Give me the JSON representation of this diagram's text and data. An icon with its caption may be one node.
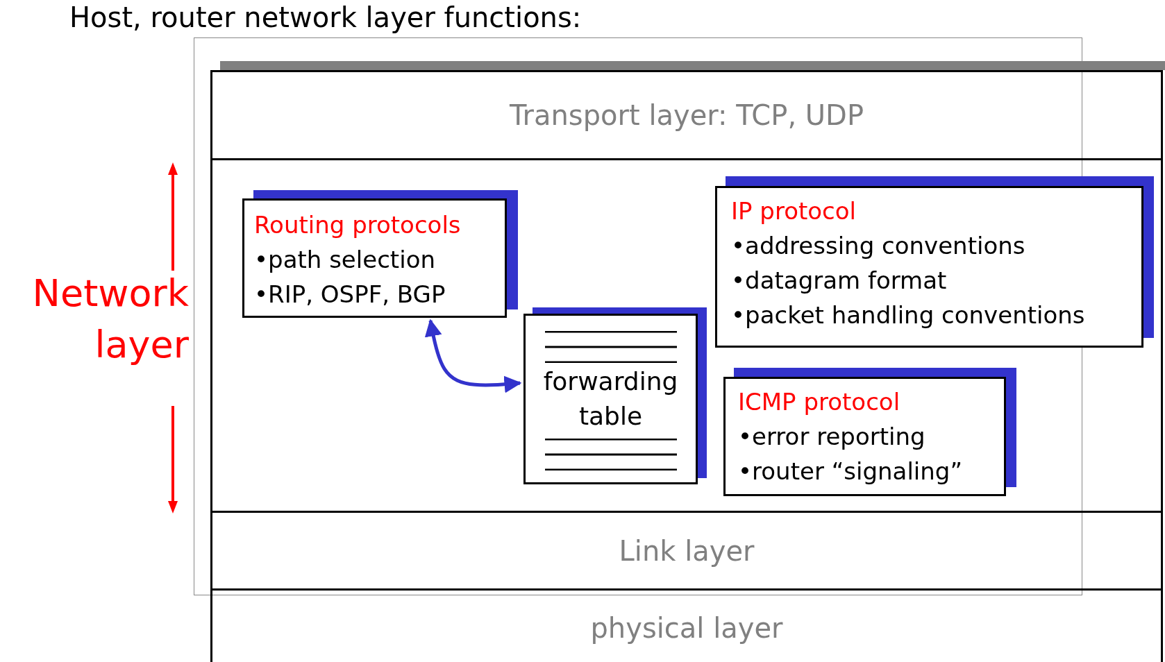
{
  "diagram": {
    "title": "Host, router network layer functions:",
    "nodes": [
      {
        "text": [
          "Transport layer: TCP, UDP"
        ]
      },
      {
        "text": [],
        "shape": "box",
        "beside": [
          "Network layer"
        ]
      },
      {
        "text": [
          "Routing protocols",
          "•path selection",
          "•RIP, OSPF, BGP"
        ],
        "in": 1
      },
      {
        "text": [
          "forwarding table"
        ],
        "in": 1
      },
      {
        "text": [
          "IP protocol",
          "•addressing conventions",
          "•datagram format",
          "•packet handling conventions"
        ],
        "in": 1
      },
      {
        "text": [
          "ICMP protocol",
          "•error reporting",
          "•router “signaling”"
        ],
        "in": 1
      },
      {
        "text": [
          "Link layer"
        ]
      },
      {
        "text": [
          "physical layer"
        ]
      }
    ],
    "edges": [
      {
        "from": 2,
        "to": 3,
        "arrow": "both",
        "color": "#3333cc"
      }
    ]
  }
}
